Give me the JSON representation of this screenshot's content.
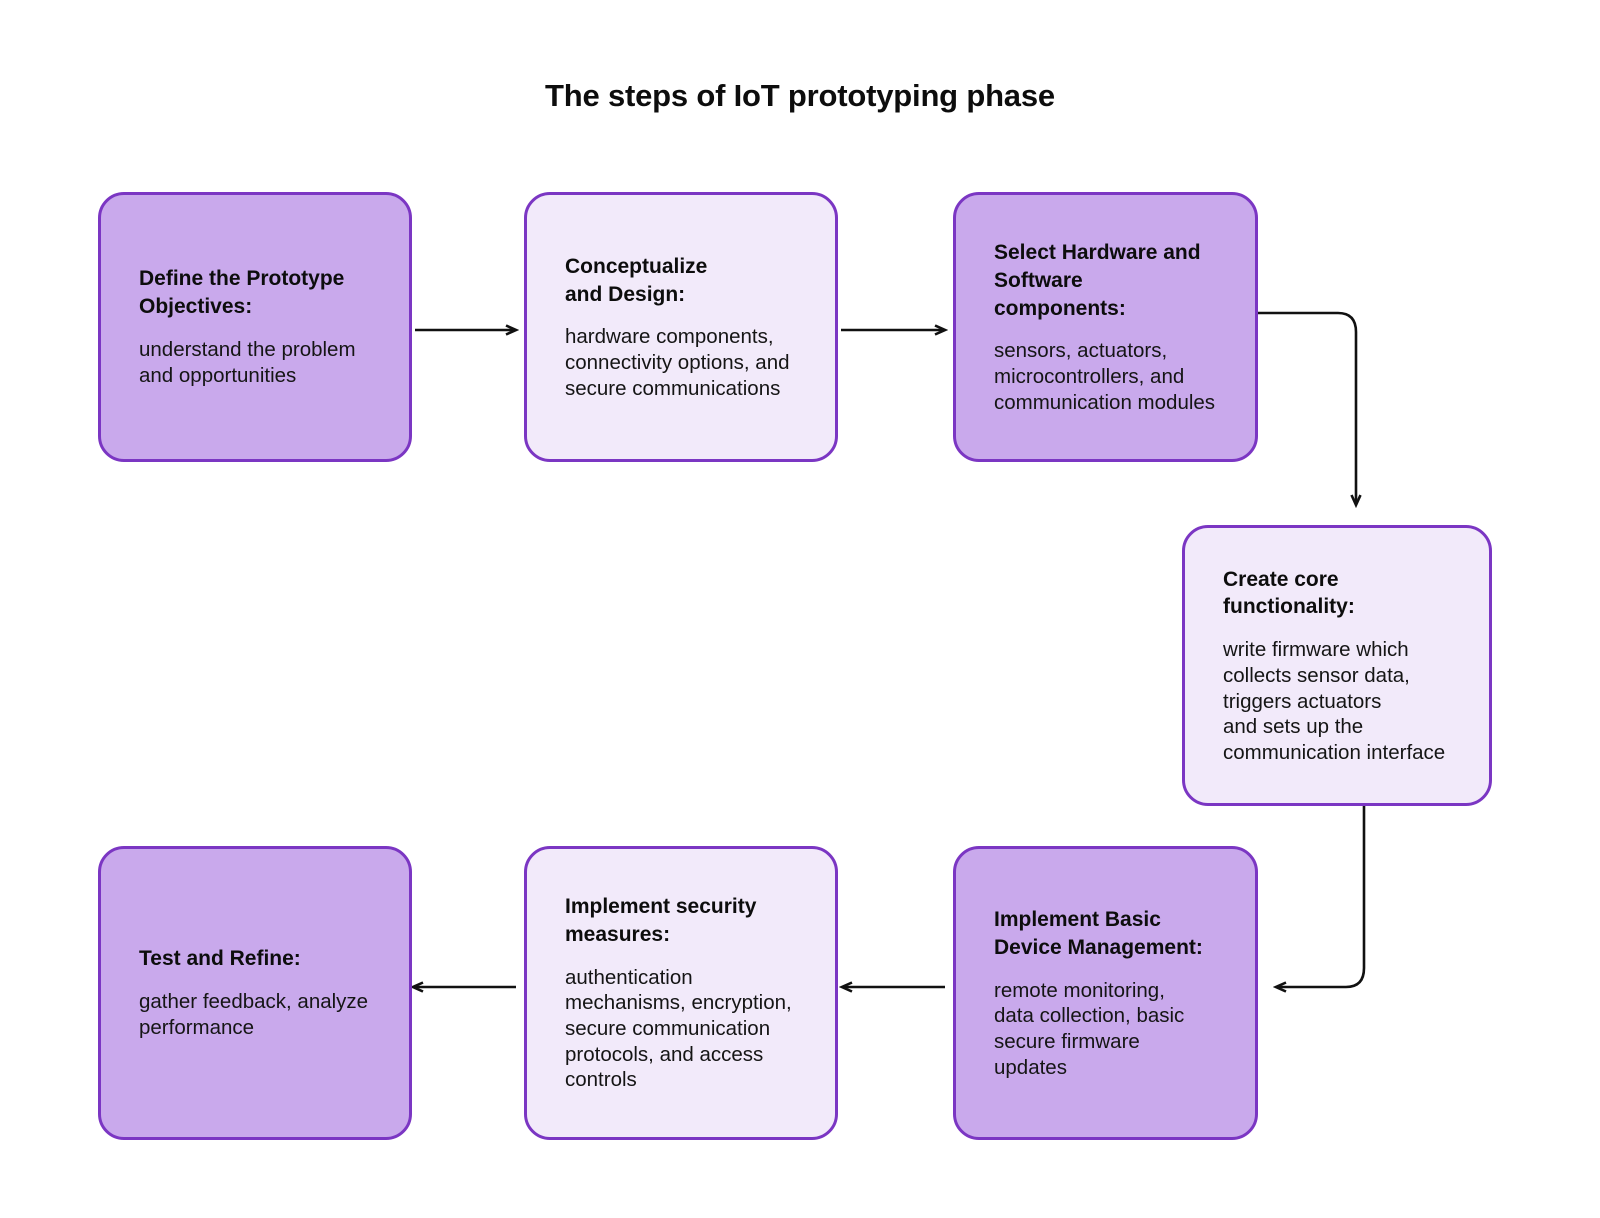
{
  "title": "The steps of IoT prototyping phase",
  "theme": {
    "filled_fill": "#c9a9ec",
    "light_fill": "#f2eafa",
    "border": "#7b36c3",
    "arrow": "#111111",
    "background": "#ffffff",
    "text": "#0d0d0d"
  },
  "nodes": [
    {
      "id": "define-prototype-objectives",
      "title": "Define the Prototype\nObjectives:",
      "body": "understand  the problem\nand opportunities",
      "style": "filled"
    },
    {
      "id": "conceptualize-and-design",
      "title": "Conceptualize\nand Design:",
      "body": "hardware components,\nconnectivity options, and\nsecure communications",
      "style": "light"
    },
    {
      "id": "select-hardware-and-software-components",
      "title": "Select Hardware and\nSoftware components:",
      "body": "sensors, actuators,\nmicrocontrollers, and\ncommunication modules",
      "style": "filled"
    },
    {
      "id": "create-core-functionality",
      "title": "Create core\nfunctionality:",
      "body": "write firmware which\ncollects sensor data,\ntriggers actuators\nand sets up the\ncommunication interface",
      "style": "light"
    },
    {
      "id": "implement-basic-device-management",
      "title": "Implement Basic\nDevice Management:",
      "body": "remote monitoring,\ndata collection, basic\nsecure firmware updates",
      "style": "filled"
    },
    {
      "id": "implement-security-measures",
      "title": "Implement security\nmeasures:",
      "body": "authentication\nmechanisms, encryption,\nsecure communication\nprotocols, and access\ncontrols",
      "style": "light"
    },
    {
      "id": "test-and-refine",
      "title": "Test and Refine:",
      "body": "gather feedback, analyze\nperformance",
      "style": "filled"
    }
  ],
  "edges": [
    {
      "id": "edge-1-to-2",
      "from": "define-prototype-objectives",
      "to": "conceptualize-and-design",
      "direction": "right"
    },
    {
      "id": "edge-2-to-3",
      "from": "conceptualize-and-design",
      "to": "select-hardware-and-software-components",
      "direction": "right"
    },
    {
      "id": "edge-3-to-4",
      "from": "select-hardware-and-software-components",
      "to": "create-core-functionality",
      "direction": "right-then-down"
    },
    {
      "id": "edge-4-to-5",
      "from": "create-core-functionality",
      "to": "implement-basic-device-management",
      "direction": "down-then-left"
    },
    {
      "id": "edge-5-to-6",
      "from": "implement-basic-device-management",
      "to": "implement-security-measures",
      "direction": "left"
    },
    {
      "id": "edge-6-to-7",
      "from": "implement-security-measures",
      "to": "test-and-refine",
      "direction": "left"
    }
  ]
}
